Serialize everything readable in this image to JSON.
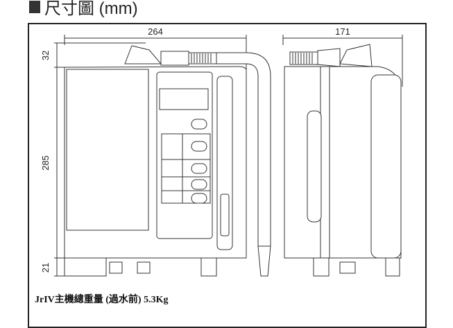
{
  "title": "尺寸圖 (mm)",
  "dimensions": {
    "front_width": "264",
    "side_depth": "171",
    "top_height": "32",
    "body_height": "285",
    "foot_height": "21"
  },
  "caption": "JrIV主機總重量 (過水前) 5.3Kg"
}
